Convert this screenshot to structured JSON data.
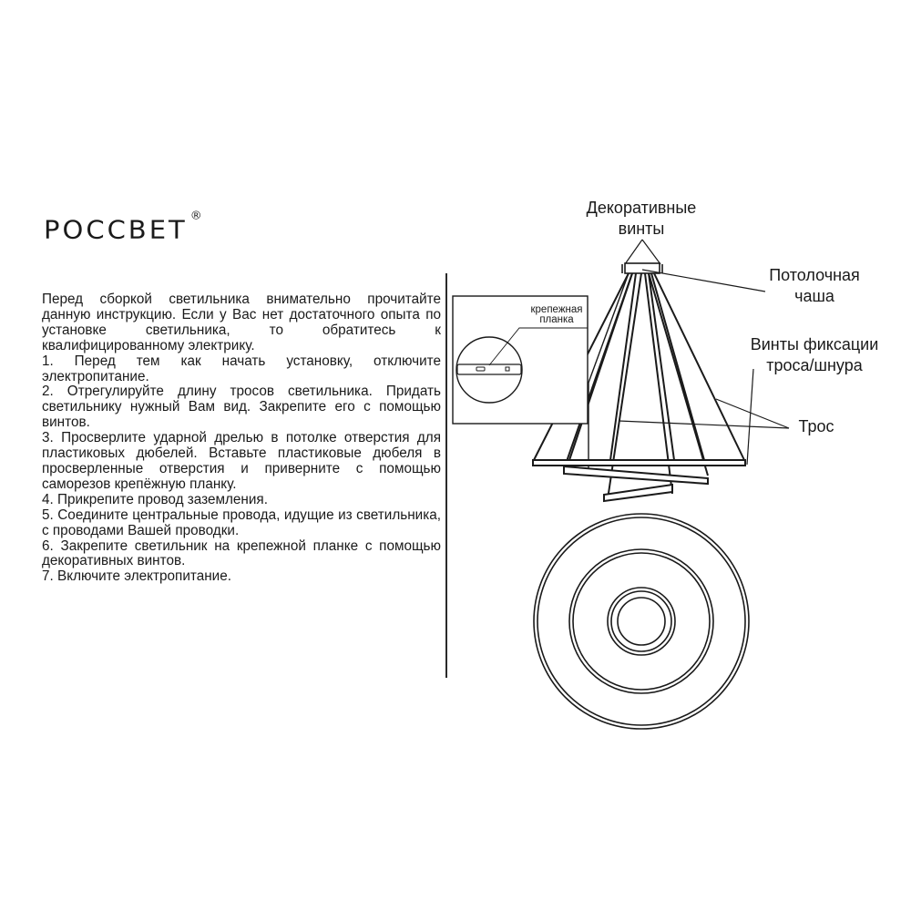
{
  "brand": {
    "logo_text": "РОССВЕТ",
    "registered_mark": "®"
  },
  "instructions": {
    "intro": "Перед сборкой светильника внимательно прочитайте данную инструкцию. Если у Вас нет достаточного опыта по установке светильника, то обратитесь к квалифицированному электрику.",
    "steps": [
      "1. Перед тем как начать установку, отключите электропитание.",
      "2. Отрегулируйте длину тросов светильника. Придать светильнику нужный Вам вид.  Закрепите его с помощью винтов.",
      "3. Просверлите ударной дрелью в потолке отверстия для пластиковых дюбелей. Вставьте пластиковые дюбеля в просверленные отверстия и приверните с помощью саморезов крепёжную планку.",
      "4. Прикрепите провод заземления.",
      "5. Соедините центральные провода, идущие из светильника, с проводами Вашей проводки.",
      "6. Закрепите светильник на крепежной планке с помощью декоративных винтов.",
      "7. Включите электропитание."
    ]
  },
  "diagram": {
    "labels": {
      "decorative_screws_line1": "Декоративные",
      "decorative_screws_line2": "винты",
      "ceiling_cup_line1": "Потолочная",
      "ceiling_cup_line2": "чаша",
      "fixing_screws_line1": "Винты фиксации",
      "fixing_screws_line2": "троса/шнура",
      "cable": "Трос",
      "mounting_plate_line1": "крепежная",
      "mounting_plate_line2": "планка"
    },
    "line_color": "#1a1a1a"
  }
}
